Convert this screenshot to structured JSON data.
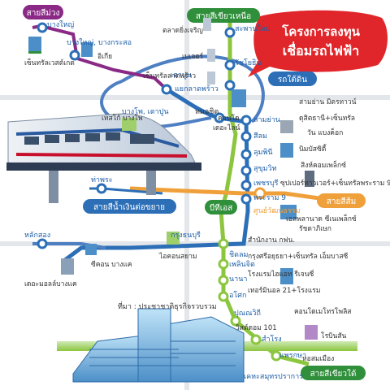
{
  "title": {
    "line1": "โครงการลงทุน",
    "line2": "เชื่อมรถไฟฟ้า"
  },
  "source_note": "ที่มา : ประชาชาติธุรกิจรวบรวม",
  "colors": {
    "purple": "#8a2a86",
    "green": "#8cc63f",
    "dark_green": "#2f8f3a",
    "blue_underground": "#2c6fb7",
    "light_blue": "#5aa7dc",
    "orange": "#f0a03a",
    "red_title": "#e0262a",
    "gray_route": "#8f8f8f",
    "label_blue_text": "#1f5fa8"
  },
  "line_labels": {
    "purple": "สายสีม่วง",
    "green_north": "สายสีเขียวเหนือ",
    "underground": "รถใต้ดิน",
    "dark_blue": "สายสีน้ำเงินต่อขยาย",
    "bts": "บีทีเอส",
    "orange": "สายสีส้ม",
    "green_south": "สายสีเขียวใต้"
  },
  "stations": {
    "bangyai": "บางใหญ่",
    "bangyai_bangkrasor": "บางใหญ่, บางกระสอ",
    "taopoon1": "เตาปูน",
    "bangpho_taopoon": "บางโพ, เตาปูน",
    "saphan_mai": "สะพานใหม่",
    "ratchayothin": "รัชโยธิน",
    "haeng_phaholyothin": "แยกลาดพร้าว",
    "mo_chit": "หมอชิต",
    "sam_yan": "สามย่าน",
    "silom": "สีลม",
    "lumpini": "ลุมพินี",
    "sukhumvit": "สุขุมวิท",
    "phetchaburi": "เพชรบุรี",
    "rama9": "พระราม 9",
    "cultural_center": "ศูนย์วัฒนธรรม",
    "tha_phra": "ท่าพระ",
    "lak_song": "หลักสอง",
    "krung_thonburi": "กรุงธนบุรี",
    "chidlom": "ชิดลม",
    "phloen_chit": "เพลินจิต",
    "nana": "นานา",
    "asok": "อโศก",
    "punnawithi": "ปุณณวิถี",
    "samrong": "สำโรง",
    "phraeksa": "แพรกษา",
    "kheha": "เคหะสมุทรปราการ"
  },
  "places": {
    "central_westgate": "เซ็นทรัลเวสต์เกต",
    "ikea": "อิเกีย",
    "market_chatuchak": "ตลาดยิ่งเจริญ",
    "major": "เมเจอร์",
    "central_ladprao": "เซ็นทรัลลาดพร้าว",
    "tesco_bangpho": "เทสโก้ บางโพ",
    "condo_phahonyothin": "คอนโด",
    "the_line": "เดอะไลน์",
    "samyan_mitrtown": "สามย่าน มิตรทาวน์",
    "dusit_central": "ดุสิตธานี+เซ็นทรัล",
    "one_bangkok": "วัน แบงค็อก",
    "nice_city": "นิมบัสซิตี้",
    "singha_complex": "สิงห์คอมเพล็กซ์",
    "super_tower": "ซุปเปอร์ทาวเวอร์+เซ็นทรัลพระราม 9",
    "esplanade": "เอสพลานาด ซีเนเพล็กซ์",
    "thailand_culture": "รัชดาภิเษก",
    "the_mall_bangkae": "เดอะมอลล์บางแค",
    "siam_bangkhae": "ซีคอน บางแค",
    "icon_siam": "ไอคอนสยาม",
    "post_office": "สำนักงาน กฟน.",
    "krungsri_central": "กรุงศรีอยุธยา+เซ็นทรัล เอ็มบาสซี",
    "hotel_rajpra": "โรงแรมไฮแอท รีเจนซี่",
    "terminal21": "เทอร์มินอล 21+โรงแรม",
    "true_digital": "คอนโดเมโทรโพลิส",
    "true_101": "วิสต์ดอม 101",
    "robinson": "โรบินสัน",
    "home_muang": "หอสมเมือง"
  }
}
